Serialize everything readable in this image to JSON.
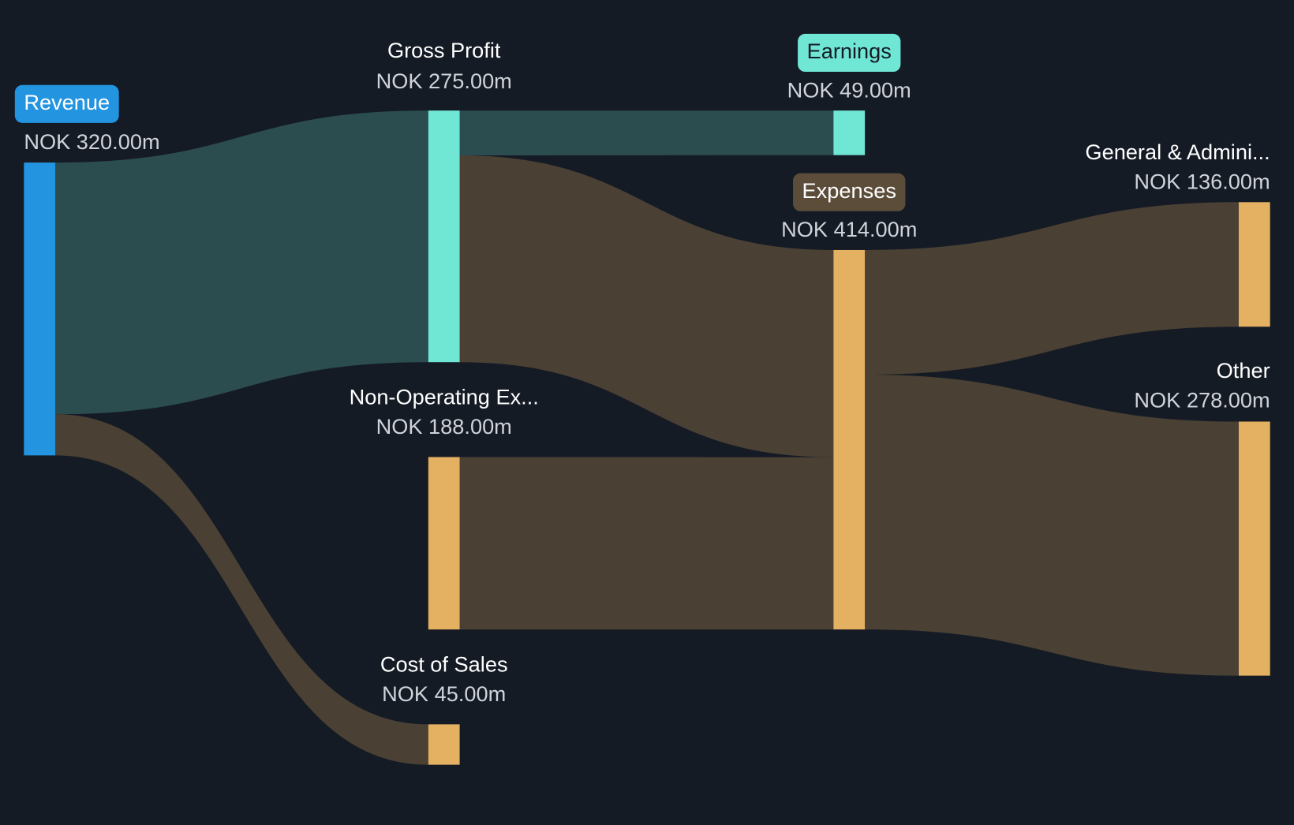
{
  "chart_data": {
    "type": "sankey",
    "currency": "NOK",
    "nodes": [
      {
        "id": "revenue",
        "label": "Revenue",
        "value_label": "NOK 320.00m",
        "value": 320,
        "color": "#2394e0",
        "badge": true
      },
      {
        "id": "gross_profit",
        "label": "Gross Profit",
        "value_label": "NOK 275.00m",
        "value": 275,
        "color": "#70e6d5"
      },
      {
        "id": "cost_of_sales",
        "label": "Cost of Sales",
        "value_label": "NOK 45.00m",
        "value": 45,
        "color": "#e4b062"
      },
      {
        "id": "non_operating",
        "label": "Non-Operating Ex...",
        "value_label": "NOK 188.00m",
        "value": 188,
        "color": "#e4b062"
      },
      {
        "id": "earnings",
        "label": "Earnings",
        "value_label": "NOK 49.00m",
        "value": 49,
        "color": "#70e6d5",
        "badge": true
      },
      {
        "id": "expenses",
        "label": "Expenses",
        "value_label": "NOK 414.00m",
        "value": 414,
        "color": "#e4b062",
        "badge": true
      },
      {
        "id": "general_admin",
        "label": "General & Admini...",
        "value_label": "NOK 136.00m",
        "value": 136,
        "color": "#e4b062"
      },
      {
        "id": "other",
        "label": "Other",
        "value_label": "NOK 278.00m",
        "value": 278,
        "color": "#e4b062"
      }
    ],
    "links": [
      {
        "source": "revenue",
        "target": "gross_profit",
        "value": 275,
        "color": "#2c4d50"
      },
      {
        "source": "revenue",
        "target": "cost_of_sales",
        "value": 45,
        "color": "#4a4034"
      },
      {
        "source": "gross_profit",
        "target": "earnings",
        "value": 49,
        "color": "#2c4d50"
      },
      {
        "source": "gross_profit",
        "target": "expenses",
        "value": 226,
        "color": "#4a4034"
      },
      {
        "source": "non_operating",
        "target": "expenses",
        "value": 188,
        "color": "#4a4034"
      },
      {
        "source": "expenses",
        "target": "general_admin",
        "value": 136,
        "color": "#4a4034"
      },
      {
        "source": "expenses",
        "target": "other",
        "value": 278,
        "color": "#4a4034"
      }
    ]
  }
}
